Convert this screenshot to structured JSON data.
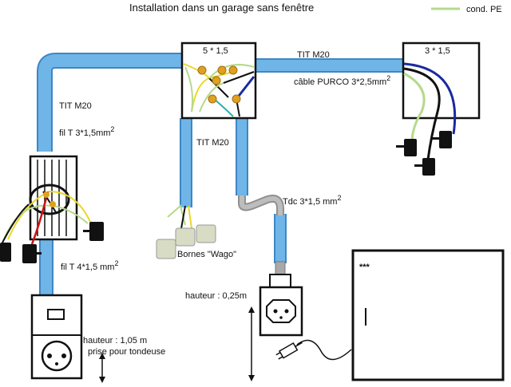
{
  "title": "Installation dans  un garage sans fenêtre",
  "legend": {
    "label": "cond. PE",
    "color": "#b6d98c"
  },
  "boxes": {
    "center": "5 * 1,5",
    "right": "3 * 1,5",
    "fridge": "***"
  },
  "labels": {
    "tit_top": "TIT M20",
    "cable_purco": "câble PURCO 3*2,5mm",
    "cable_purco_sup": "2",
    "tit_left": "TIT M20",
    "fil_t3": "fil T 3*1,5mm",
    "fil_t3_sup": "2",
    "tit_mid": "TIT M20",
    "tdc": "Tdc 3*1,5 mm",
    "tdc_sup": "2",
    "bornes": "Bornes \"Wago\"",
    "fil_t4": "fil T 4*1,5 mm",
    "fil_t4_sup": "2",
    "hauteur_left": "hauteur : 1,05 m",
    "prise": "prise pour tondeuse",
    "hauteur_mid": "hauteur : 0,25m"
  },
  "colors": {
    "conduit": "#6fb5e8",
    "conduit_edge": "#3f86c4",
    "cable_gray": "#a9a9a9",
    "wire_blue": "#1a2a9e",
    "wire_brown": "#111111",
    "wire_yellow": "#e8d82a",
    "wire_red": "#cc1111",
    "connector": "#e0a020",
    "box_fill": "#ffffff",
    "wago": "#d8dcc4"
  }
}
